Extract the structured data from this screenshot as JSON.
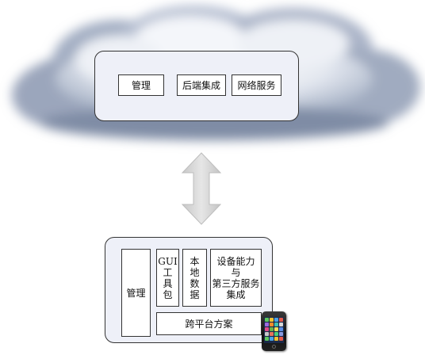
{
  "cloud": {
    "boxes": [
      {
        "label": "管理"
      },
      {
        "label": "后端集成"
      },
      {
        "label": "网络服务"
      }
    ]
  },
  "device": {
    "manage_label": "管理",
    "gui_label": "GUI\n工\n具\n包",
    "local_data_label": "本\n地\n数\n据",
    "capability_label": "设备能力\n与\n第三方服务\n集成",
    "cross_platform_label": "跨平台方案"
  },
  "colors": {
    "panel_fill": "#eef0f8",
    "arrow_fill": "#d9d9d9",
    "cloud_shade": "#9aa7bd"
  },
  "icons": {
    "arrow": "double-arrow-vertical-icon",
    "phone": "smartphone-icon"
  }
}
